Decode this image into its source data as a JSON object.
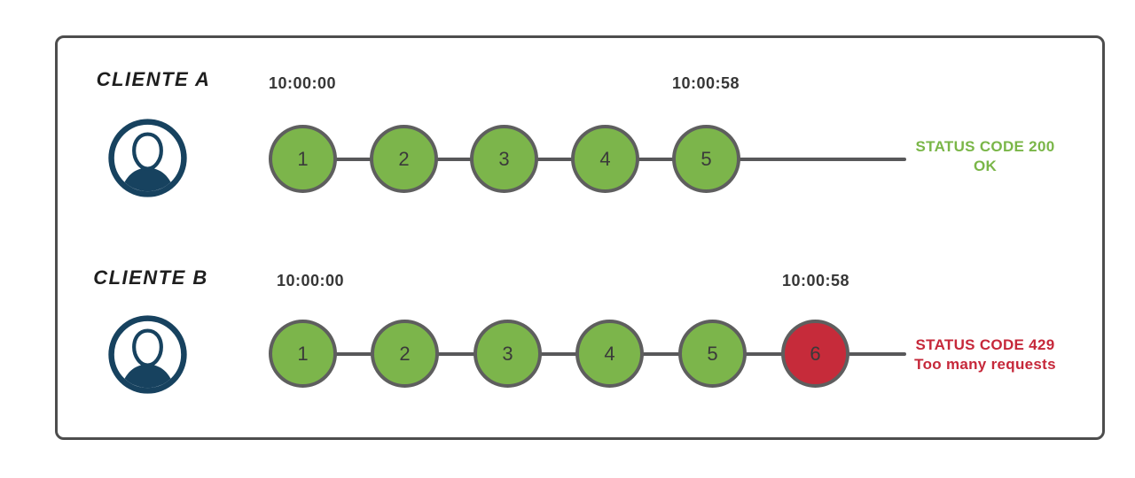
{
  "diagram": {
    "description": "Rate limiting diagram with two clients sending requests",
    "rows": [
      {
        "client": "CLIENTE A",
        "start_time": "10:00:00",
        "end_time": "10:00:58",
        "requests": [
          "1",
          "2",
          "3",
          "4",
          "5"
        ],
        "status_line1": "STATUS CODE 200",
        "status_line2": "OK"
      },
      {
        "client": "CLIENTE B",
        "start_time": "10:00:00",
        "end_time": "10:00:58",
        "requests": [
          "1",
          "2",
          "3",
          "4",
          "5",
          "6"
        ],
        "status_line1": "STATUS CODE 429",
        "status_line2": "Too many requests"
      }
    ],
    "colors": {
      "request_ok": "#7cb54b",
      "request_rejected": "#c62b3a",
      "status_ok_text": "#7ab648",
      "status_error_text": "#c6283a",
      "circle_border": "#5e5e5e",
      "connector_line": "#58585a",
      "frame_border": "#4d4d4d",
      "avatar_icon": "#17425f",
      "time_text": "#363636"
    }
  }
}
